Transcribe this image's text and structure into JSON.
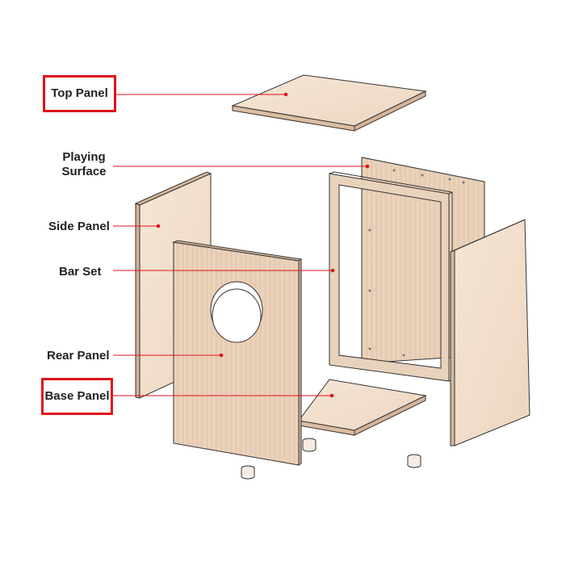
{
  "labels": {
    "top_panel": "Top Panel",
    "playing_surface": "Playing Surface",
    "side_panel": "Side Panel",
    "bar_set": "Bar Set",
    "rear_panel": "Rear Panel",
    "base_panel": "Base Panel"
  },
  "colors": {
    "leader_line": "#e0131b",
    "highlight_box": "#e0131b",
    "wood_face": "#ead0b8",
    "wood_edge": "#d9b99c",
    "outline": "#333333"
  }
}
